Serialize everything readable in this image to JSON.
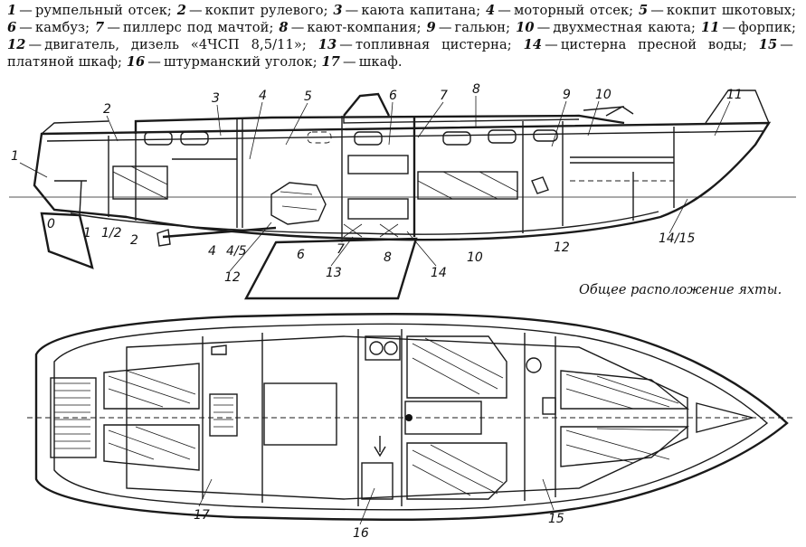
{
  "legend_items": [
    {
      "num": "1",
      "text": "румпельный отсек;"
    },
    {
      "num": "2",
      "text": "кокпит рулевого;"
    },
    {
      "num": "3",
      "text": "каюта капитана;"
    },
    {
      "num": "4",
      "text": "моторный отсек;"
    },
    {
      "num": "5",
      "text": "кокпит шкотовых;"
    },
    {
      "num": "6",
      "text": "камбуз;"
    },
    {
      "num": "7",
      "text": "пиллерс под мачтой;"
    },
    {
      "num": "8",
      "text": "кают-компания;"
    },
    {
      "num": "9",
      "text": "гальюн;"
    },
    {
      "num": "10",
      "text": "двухместная каюта;"
    },
    {
      "num": "11",
      "text": "форпик;"
    },
    {
      "num": "12",
      "text": "двигатель, дизель «4ЧСП 8,5/11»;"
    },
    {
      "num": "13",
      "text": "топливная цистерна;"
    },
    {
      "num": "14",
      "text": "цистерна пресной воды;"
    },
    {
      "num": "15",
      "text": "платяной шкаф;"
    },
    {
      "num": "16",
      "text": "штурманский уголок;"
    },
    {
      "num": "17",
      "text": "шкаф."
    }
  ],
  "caption": "Общее расположение яхты.",
  "profile_labels": {
    "l1": "1",
    "l2": "2",
    "l3": "3",
    "l4": "4",
    "l5": "5",
    "l6": "6",
    "l7": "7",
    "l8": "8",
    "l9": "9",
    "l10": "10",
    "l11": "11",
    "b0": "0",
    "b1": "1",
    "b12": "1/2",
    "b2": "2",
    "b4": "4",
    "b45": "4/5",
    "b12e": "12",
    "b6": "6",
    "b7": "7",
    "b13": "13",
    "b8": "8",
    "b14": "14",
    "b10": "10",
    "b12r": "12",
    "b1415": "14/15"
  },
  "plan_labels": {
    "l17": "17",
    "l16": "16",
    "l15": "15"
  }
}
